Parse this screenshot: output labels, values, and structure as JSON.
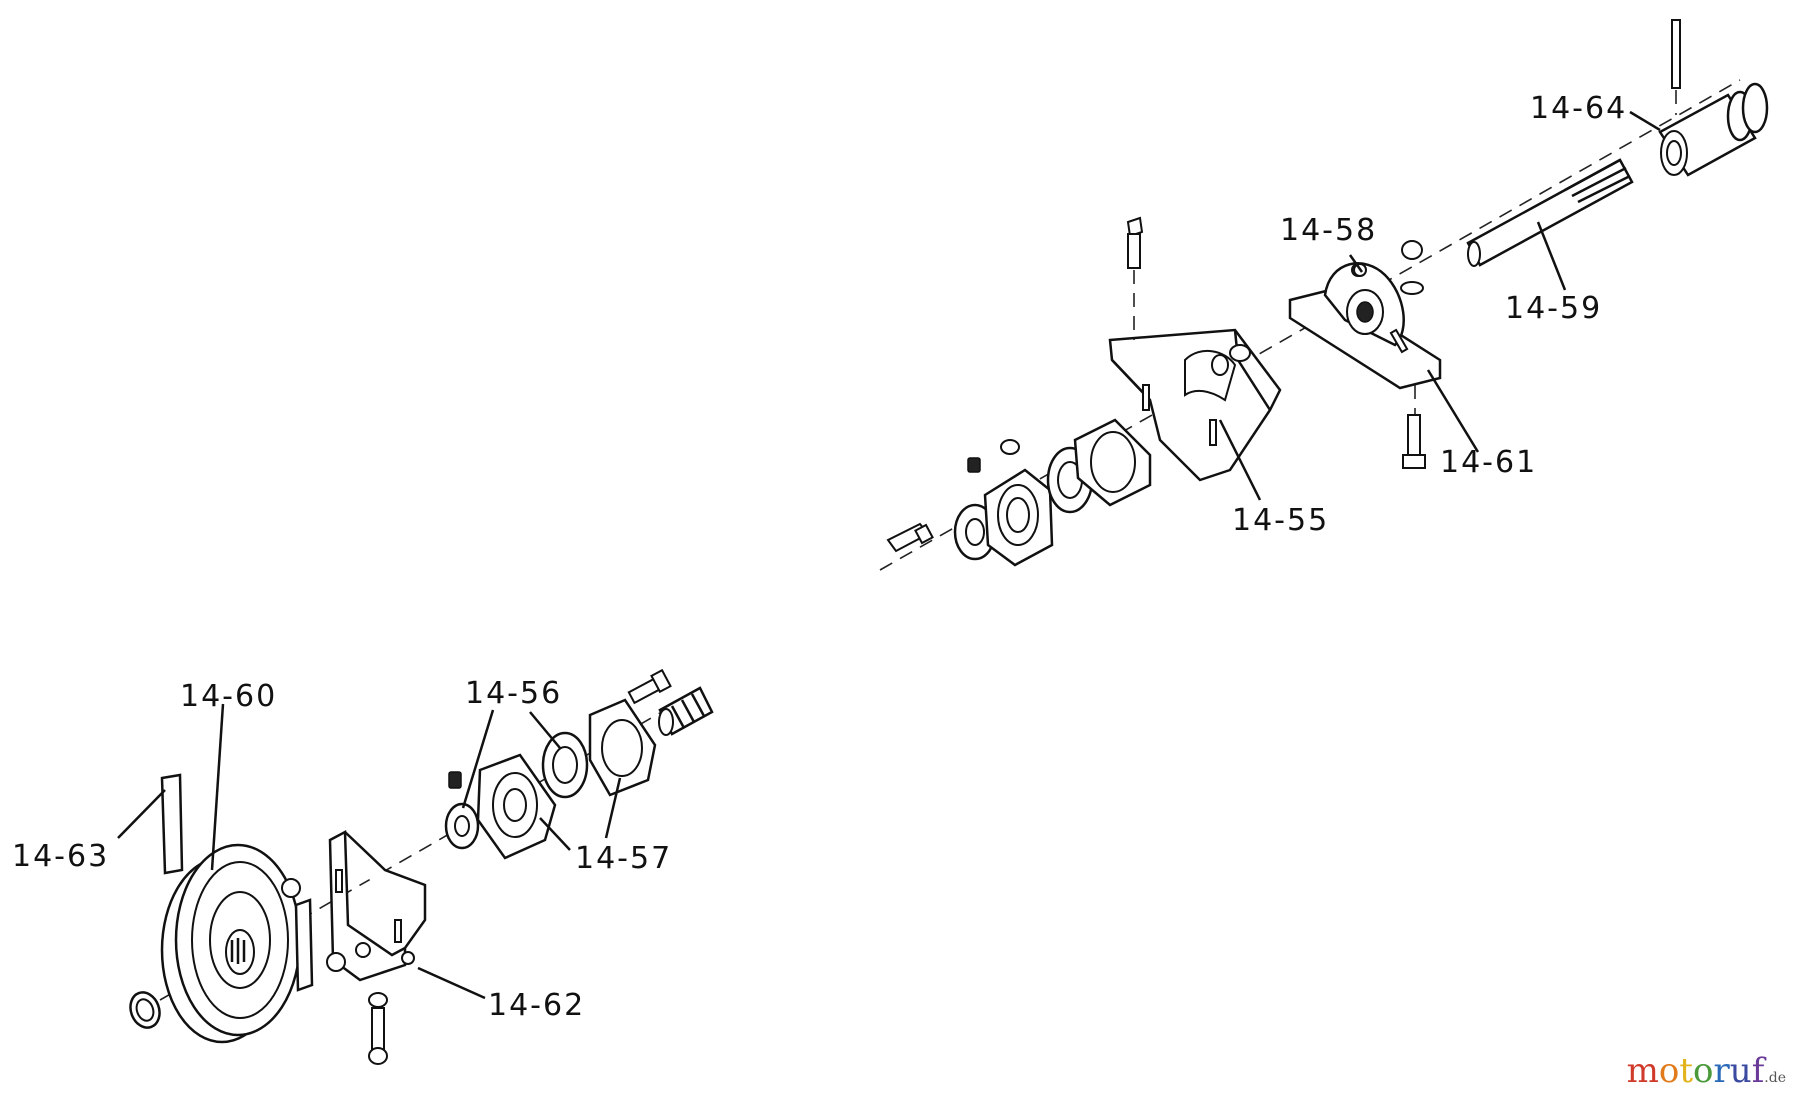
{
  "labels": {
    "p55": "14-55",
    "p56": "14-56",
    "p57": "14-57",
    "p58": "14-58",
    "p59": "14-59",
    "p60": "14-60",
    "p61": "14-61",
    "p62": "14-62",
    "p63": "14-63",
    "p64": "14-64"
  },
  "watermark": {
    "letters": [
      "m",
      "o",
      "t",
      "o",
      "r",
      "u",
      "f"
    ],
    "suffix": ".de"
  }
}
